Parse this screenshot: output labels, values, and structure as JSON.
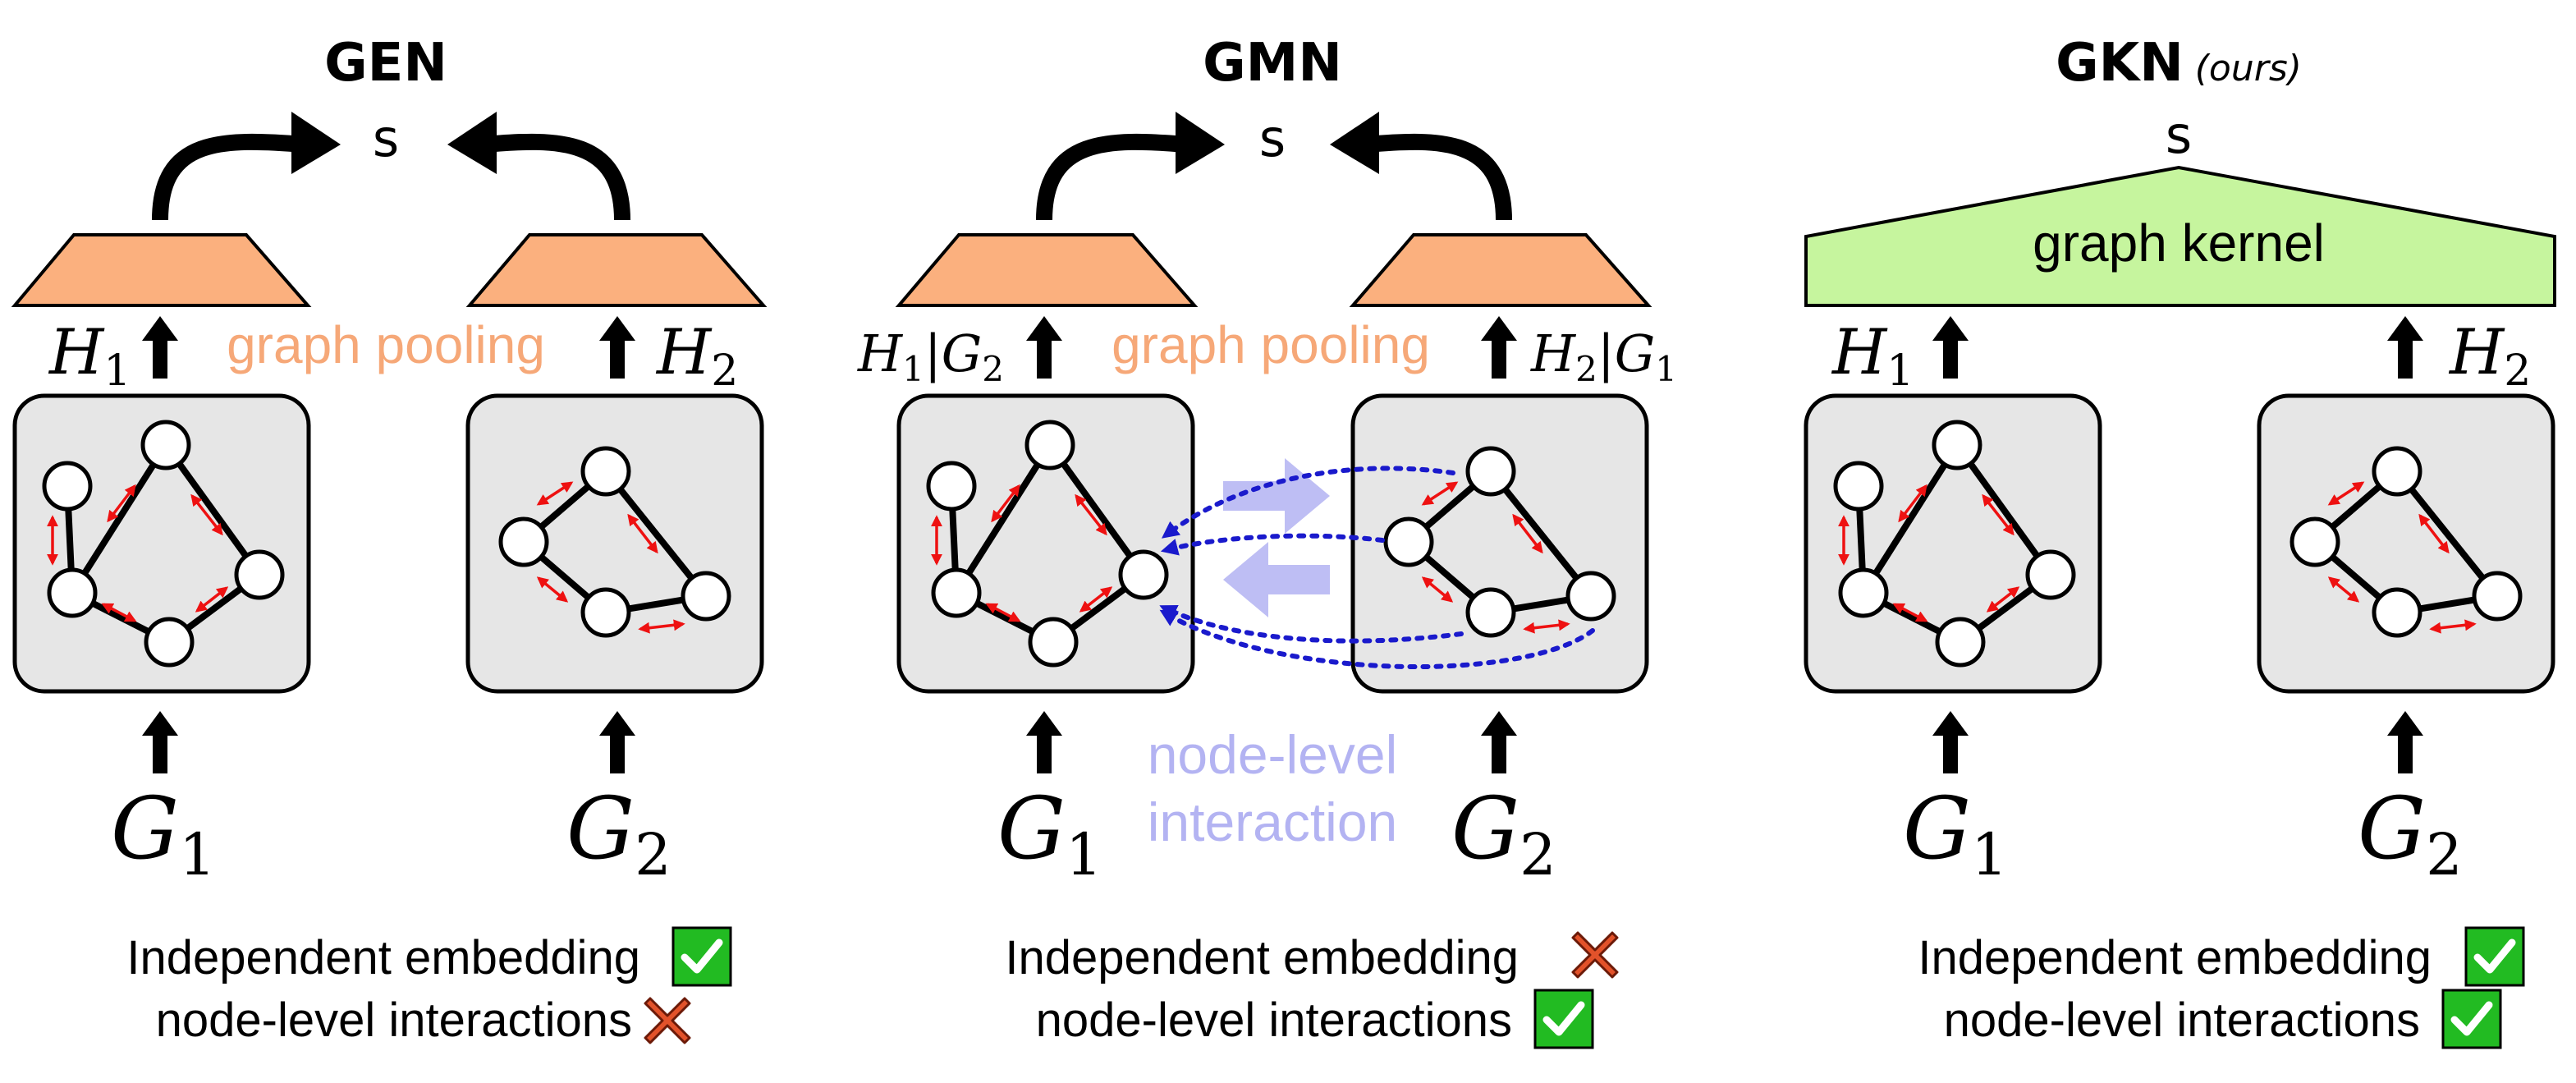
{
  "panels": [
    {
      "title": "GEN",
      "title_suffix": "",
      "output": "s",
      "pool_label": "graph pooling",
      "h_left": {
        "base": "H",
        "sub": "1"
      },
      "h_right": {
        "base": "H",
        "sub": "2"
      },
      "g_left": {
        "base": "G",
        "sub": "1"
      },
      "g_right": {
        "base": "G",
        "sub": "2"
      },
      "feature_1": {
        "label": "Independent embedding",
        "status": "yes"
      },
      "feature_2": {
        "label": "node-level interactions",
        "status": "no"
      }
    },
    {
      "title": "GMN",
      "title_suffix": "",
      "output": "s",
      "pool_label": "graph pooling",
      "h_left": {
        "base": "H",
        "sub": "1",
        "cond": "|",
        "cond_base": "G",
        "cond_sub": "2"
      },
      "h_right": {
        "base": "H",
        "sub": "2",
        "cond": "|",
        "cond_base": "G",
        "cond_sub": "1"
      },
      "g_left": {
        "base": "G",
        "sub": "1"
      },
      "g_right": {
        "base": "G",
        "sub": "2"
      },
      "interaction_label_line1": "node-level",
      "interaction_label_line2": "interaction",
      "feature_1": {
        "label": "Independent embedding",
        "status": "no"
      },
      "feature_2": {
        "label": "node-level interactions",
        "status": "yes"
      }
    },
    {
      "title": "GKN",
      "title_suffix": "(ours)",
      "output": "s",
      "kernel_label": "graph kernel",
      "h_left": {
        "base": "H",
        "sub": "1"
      },
      "h_right": {
        "base": "H",
        "sub": "2"
      },
      "g_left": {
        "base": "G",
        "sub": "1"
      },
      "g_right": {
        "base": "G",
        "sub": "2"
      },
      "feature_1": {
        "label": "Independent embedding",
        "status": "yes"
      },
      "feature_2": {
        "label": "node-level interactions",
        "status": "yes"
      }
    }
  ],
  "colors": {
    "pooling": "#fbb07e",
    "pooling_text": "#f6a878",
    "kernel": "#c6f59e",
    "interaction_arrow": "#b3b3f2",
    "dashed": "#1a1acc",
    "check": "#22bb22",
    "cross": "#e2522a",
    "node_arrows": "#ee1111",
    "box": "#e6e6e6"
  },
  "icons": {
    "yes": "check-icon",
    "no": "cross-icon"
  }
}
